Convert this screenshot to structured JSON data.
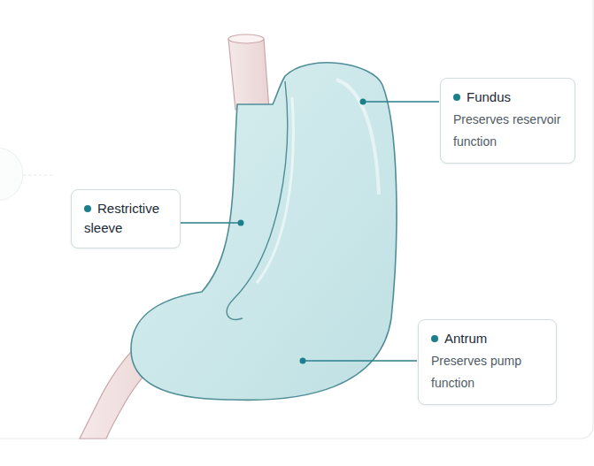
{
  "diagram": {
    "nodes": [
      {
        "text": [
          "Fundus",
          "Preserves reservoir function"
        ]
      },
      {
        "text": [
          "Restrictive sleeve"
        ]
      },
      {
        "text": [
          "Antrum",
          "Preserves pump function"
        ]
      }
    ]
  }
}
